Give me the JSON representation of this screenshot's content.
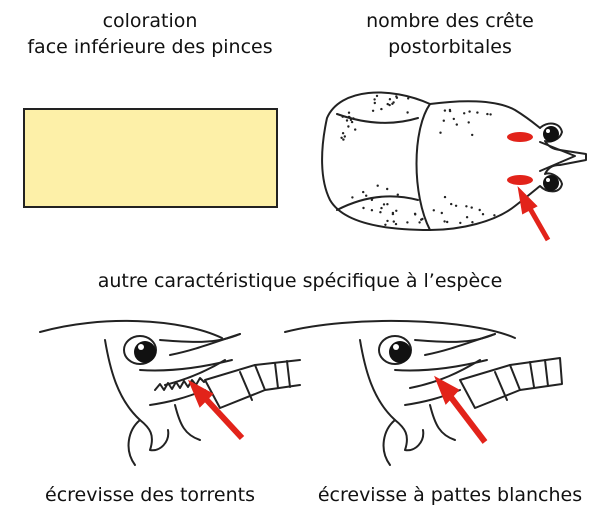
{
  "labels": {
    "coloration_line1": "coloration",
    "coloration_line2": "face inférieure des pinces",
    "crest_line1": "nombre des crête",
    "crest_line2": "postorbitales",
    "specific": "autre caractéristique spécifique à l’espèce",
    "left_species": "écrevisse des torrents",
    "right_species": "écrevisse à pattes blanches"
  },
  "colors": {
    "swatch": "#fdf0a8",
    "crest": "#e2231a",
    "arrow": "#e2231a",
    "outline": "#222222"
  },
  "icons": {
    "arrow": "red-arrow-icon",
    "eye": "eye-icon"
  }
}
